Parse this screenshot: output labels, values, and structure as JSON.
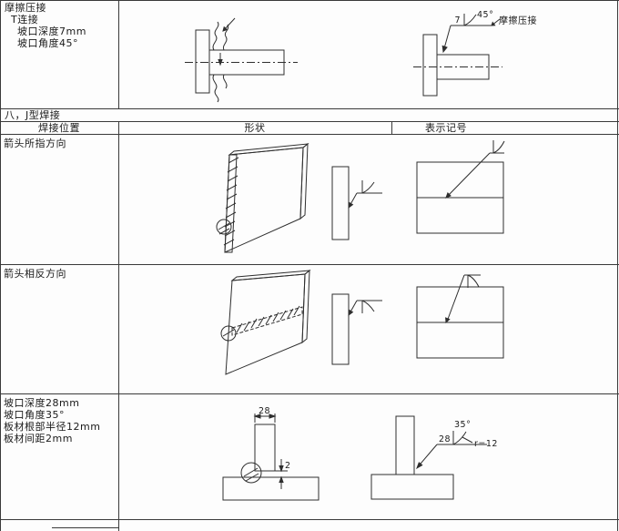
{
  "page": {
    "bg": "#fdfdfd",
    "line_color": "#3a3a3a"
  },
  "top_section": {
    "left_lines": [
      "摩擦压接",
      "T连接",
      "坡口深度7mm",
      "坡口角度45°"
    ],
    "dims": {
      "depth": "7",
      "angle": "45°",
      "label": "摩擦压接"
    }
  },
  "section_title": "八，J型焊接",
  "table": {
    "headers": {
      "position": "焊接位置",
      "shape": "形状",
      "symbol": "表示记号"
    },
    "row1": {
      "position": "箭头所指方向"
    },
    "row2": {
      "position": "箭头相反方向"
    },
    "row3": {
      "position_lines": [
        "坡口深度28mm",
        "坡口角度35°",
        "板材根部半径12mm",
        "板材间距2mm"
      ],
      "dims": {
        "width": "28",
        "gap": "2",
        "depth": "28",
        "angle": "35°",
        "radius": "r=12"
      }
    }
  }
}
